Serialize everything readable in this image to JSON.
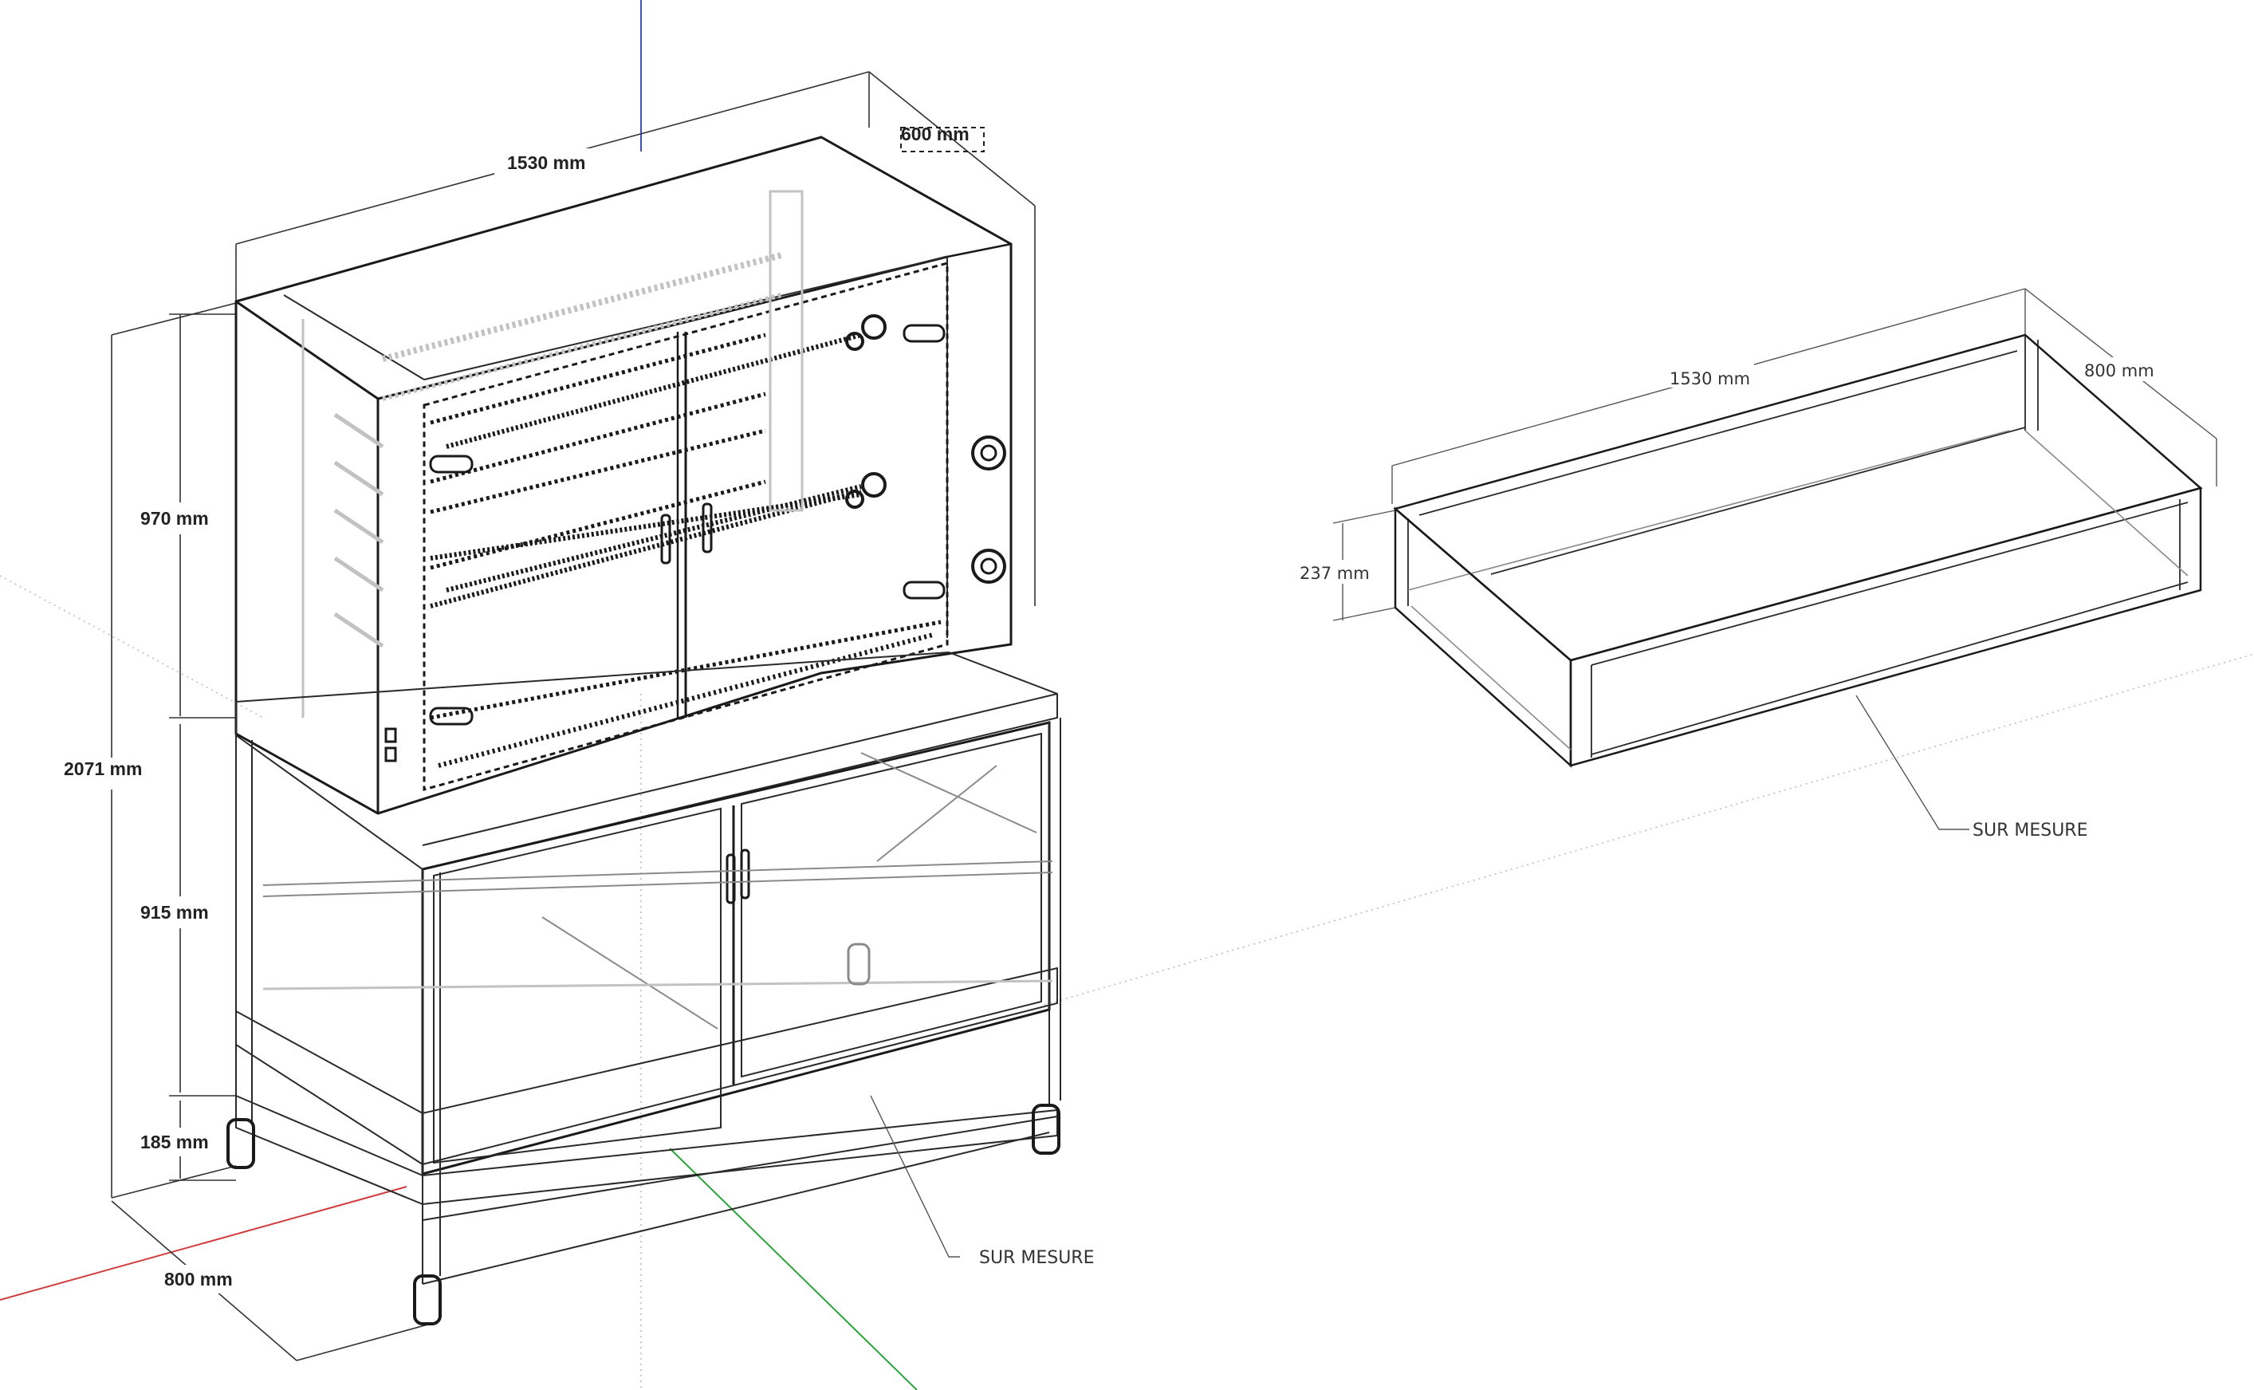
{
  "dimensions": {
    "display_width": "1530 mm",
    "display_depth": "600 mm",
    "display_height": "970 mm",
    "total_height": "2071 mm",
    "base_height": "915 mm",
    "foot_height": "185 mm",
    "base_depth": "800 mm"
  },
  "tray": {
    "width": "1530 mm",
    "depth": "800 mm",
    "height": "237 mm"
  },
  "notes": {
    "base_custom": "SUR MESURE",
    "tray_custom": "SUR MESURE"
  },
  "colors": {
    "axis_red": "#d23b3b",
    "axis_green": "#2aa33a",
    "axis_blue": "#3a4fd6",
    "line": "#1a1a1a"
  }
}
